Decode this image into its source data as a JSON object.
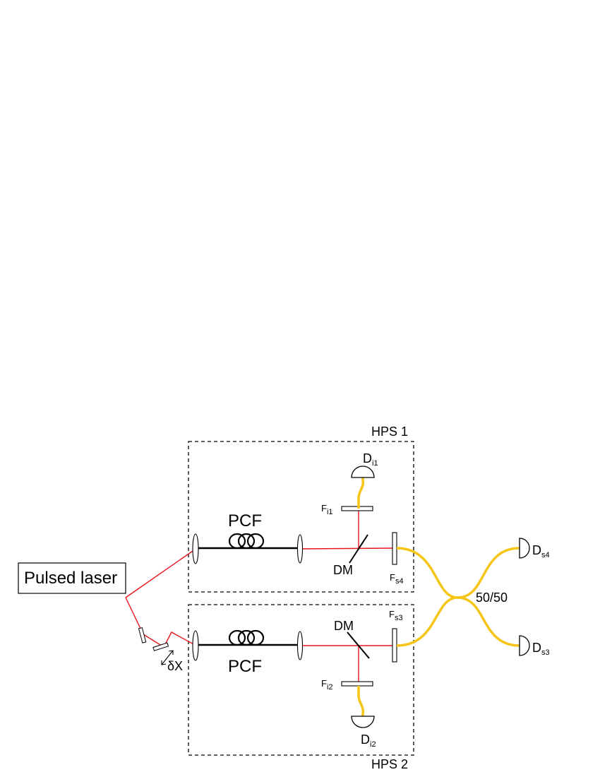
{
  "boxes": {
    "top_label": "HPS 1",
    "bottom_label": "HPS 2"
  },
  "laser": {
    "label": "Pulsed laser"
  },
  "fiber": {
    "top_label": "PCF",
    "bottom_label": "PCF"
  },
  "dichroic": {
    "top_label": "DM",
    "bottom_label": "DM"
  },
  "filters": {
    "fi1": {
      "main": "F",
      "sub": "i1"
    },
    "fs4": {
      "main": "F",
      "sub": "s4"
    },
    "fs3": {
      "main": "F",
      "sub": "s3"
    },
    "fi2": {
      "main": "F",
      "sub": "i2"
    }
  },
  "detectors": {
    "di1": {
      "main": "D",
      "sub": "i1"
    },
    "di2": {
      "main": "D",
      "sub": "i2"
    },
    "ds4": {
      "main": "D",
      "sub": "s4"
    },
    "ds3": {
      "main": "D",
      "sub": "s3"
    }
  },
  "coupler": {
    "label": "50/50"
  },
  "delay": {
    "label": "δX"
  },
  "colors": {
    "beam": "#e8141c",
    "fiber_yellow": "#f5c518",
    "outline": "#000000"
  }
}
